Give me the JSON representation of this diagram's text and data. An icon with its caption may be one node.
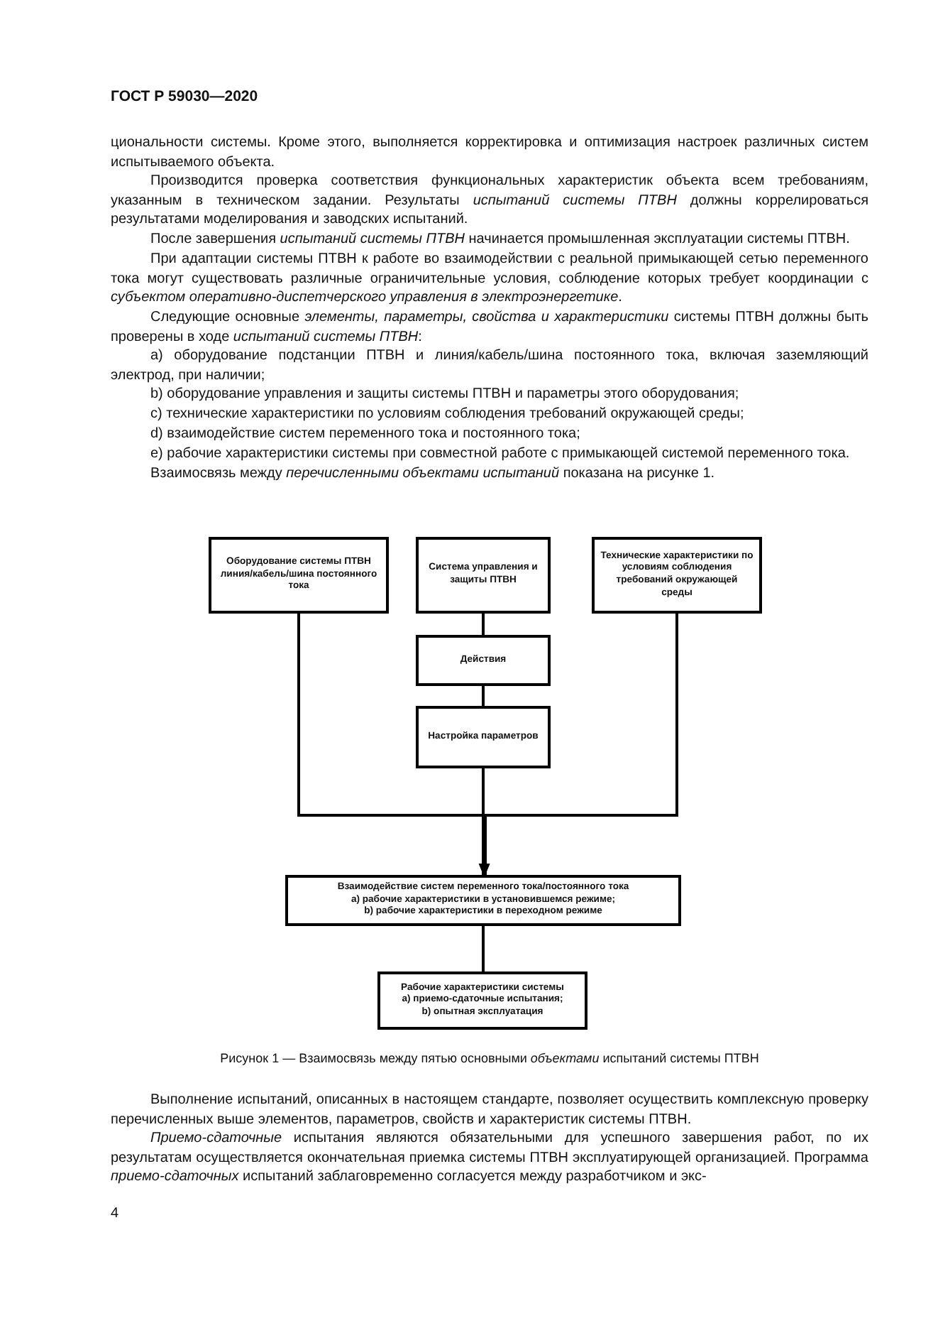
{
  "diagram": {
    "caption": "Рисунок 1 — Взаимосвязь между пятью основными *объектами* испытаний системы ПТВН",
    "nodes": [
      {
        "text": [
          "Оборудование системы ПТВН линия/кабель/шина постоянного тока"
        ]
      },
      {
        "text": [
          "Система управления и защиты ПТВН"
        ]
      },
      {
        "text": [
          "Технические характеристики по условиям соблюдения требований окружающей среды"
        ]
      },
      {
        "text": [
          "Действия"
        ]
      },
      {
        "text": [
          "Настройка параметров"
        ]
      },
      {
        "text": [
          "Взаимодействие систем переменного тока/постоянного тока",
          "a) рабочие характеристики в установившемся режиме;",
          "b) рабочие характеристики в переходном режиме"
        ]
      },
      {
        "text": [
          "Рабочие характеристики системы",
          "a) приемо-сдаточные испытания;",
          "b) опытная эксплуатация"
        ]
      }
    ],
    "edges": [
      {
        "from": 0,
        "to": 5,
        "arrow": "to"
      },
      {
        "from": 4,
        "to": 5,
        "arrow": "to"
      },
      {
        "from": 2,
        "to": 5,
        "arrow": "to"
      },
      {
        "from": 1,
        "to": 3,
        "arrow": "none"
      },
      {
        "from": 3,
        "to": 4,
        "arrow": "none"
      },
      {
        "from": 5,
        "to": 6,
        "arrow": "none"
      }
    ],
    "labels": [
      "ГОСТ Р 59030—2020",
      "циональности системы. Кроме этого, выполняется корректировка и оптимизация настроек различных систем испытываемого объекта.",
      "Производится проверка соответствия функциональных характеристик объекта всем требованиям, указанным в техническом задании. Результаты *испытаний системы ПТВН* должны коррелироваться результатами моделирования и заводских испытаний.",
      "После завершения *испытаний системы ПТВН* начинается промышленная эксплуатации системы ПТВН.",
      "При адаптации системы ПТВН к работе во взаимодействии с реальной примыкающей сетью переменного тока могут существовать различные ограничительные условия, соблюдение которых требует координации с *субъектом оперативно-диспетчерского управления в электроэнергетике*.",
      "Следующие основные *элементы, параметры, свойства и характеристики* системы ПТВН должны быть проверены в ходе *испытаний системы ПТВН*:",
      "a) оборудование подстанции ПТВН и линия/кабель/шина постоянного тока, включая заземляющий электрод, при наличии;",
      "b) оборудование управления и защиты системы ПТВН и параметры этого оборудования;",
      "c) технические характеристики по условиям соблюдения требований окружающей среды;",
      "d) взаимодействие систем переменного тока и постоянного тока;",
      "e) рабочие характеристики системы при совместной работе с примыкающей системой переменного тока.",
      "Взаимосвязь между *перечисленными объектами испытаний* показана на рисунке 1.",
      "Выполнение испытаний, описанных в настоящем стандарте, позволяет осуществить комплексную проверку перечисленных выше элементов, параметров, свойств и характеристик системы ПТВН.",
      "*Приемо-сдаточные* испытания являются обязательными для успешного завершения работ, по их результатам осуществляется окончательная приемка системы ПТВН эксплуатирующей организацией. Программа *приемо-сдаточных* испытаний заблаговременно согласуется между разработчиком и экс-",
      "4"
    ]
  }
}
